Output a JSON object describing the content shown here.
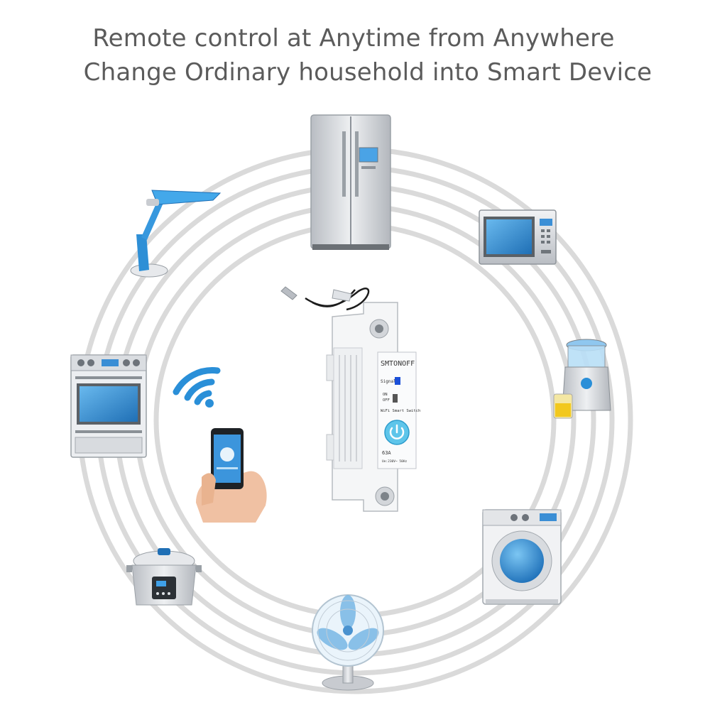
{
  "headline": {
    "line1": "Remote control at Anytime from Anywhere",
    "line2": "Change Ordinary household into Smart Device"
  },
  "switch": {
    "brand": "SMTONOFF",
    "signal_label": "Signal",
    "on_label": "ON",
    "off_label": "OFF",
    "model_label": "WiFi Smart Switch",
    "rating": "63A",
    "voltage": "Ue:230V~ 50Hz"
  },
  "colors": {
    "ring": "#d9d9d9",
    "accent_blue": "#2a8fd8",
    "headline": "#5b5b5b",
    "steel": "#c9ccd1"
  },
  "icons": [
    "refrigerator-icon",
    "microwave-icon",
    "juicer-icon",
    "washing-machine-icon",
    "fan-icon",
    "rice-cooker-icon",
    "oven-icon",
    "desk-lamp-icon",
    "wifi-icon",
    "smartphone-hand-icon",
    "power-button-icon"
  ]
}
